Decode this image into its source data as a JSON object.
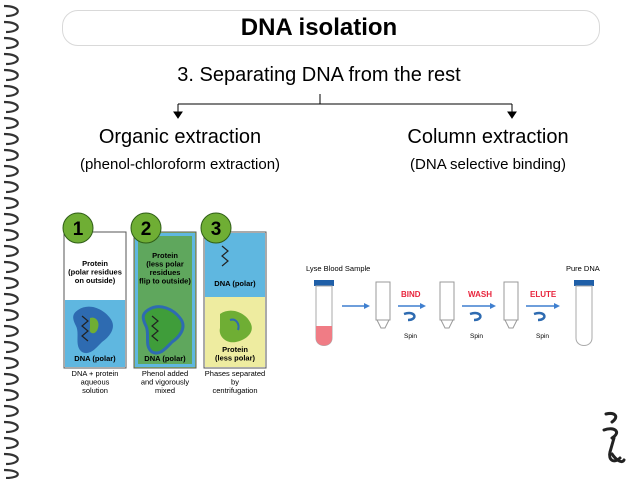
{
  "slide": {
    "title": "DNA isolation",
    "subtitle": "3. Separating DNA from the rest"
  },
  "left": {
    "heading": "Organic extraction",
    "subheading": "(phenol-chloroform extraction)",
    "figure": {
      "tubes": [
        {
          "number": "1",
          "top_label": "Protein\n(polar residues\non outside)",
          "bottom_label": "DNA (polar)",
          "caption": "DNA + protein\naqueous\nsolution"
        },
        {
          "number": "2",
          "top_label": "Protein\n(less polar\nresidues\nflip to outside)",
          "bottom_label": "DNA (polar)",
          "caption": "Phenol added\nand vigorously\nmixed"
        },
        {
          "number": "3",
          "top_label": "DNA (polar)",
          "bottom_label": "Protein\n(less polar)",
          "caption": "Phases separated\nby\ncentrifugation"
        }
      ],
      "colors": {
        "circle": "#6fae34",
        "water": "#5fb7e0",
        "green_phase": "#5fa33c",
        "yellow_phase": "#eeeca0",
        "protein": "#2e6bb1"
      }
    }
  },
  "right": {
    "heading": "Column extraction",
    "subheading": "(DNA selective binding)",
    "figure": {
      "start_label": "Lyse Blood Sample",
      "end_label": "Pure DNA",
      "steps": [
        {
          "label": "BIND",
          "spin": "Spin"
        },
        {
          "label": "WASH",
          "spin": "Spin"
        },
        {
          "label": "ELUTE",
          "spin": "Spin"
        }
      ],
      "colors": {
        "step": "#e8243c",
        "arrow": "#3f7fcf",
        "spin": "#2e6bb1",
        "blood": "#f07c85"
      }
    }
  }
}
